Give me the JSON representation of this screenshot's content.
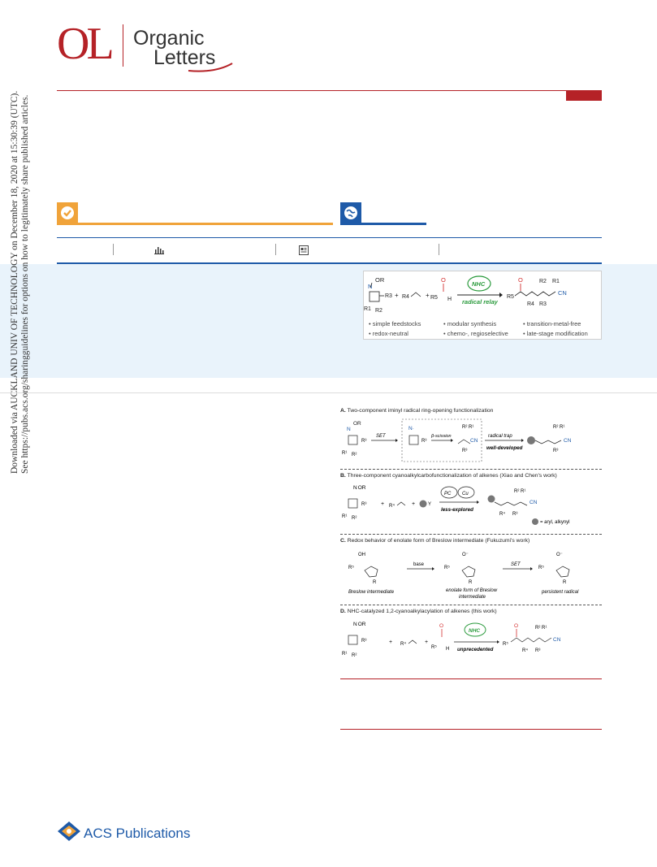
{
  "journal": {
    "logo_mark": "OL",
    "name_line1": "Organic",
    "name_line2": "Letters"
  },
  "side_note": {
    "line1": "Downloaded via AUCKLAND UNIV OF TECHNOLOGY on December 18, 2020 at 15:30:39 (UTC).",
    "line2": "See https://pubs.acs.org/sharingguidelines for options on how to legitimately share published articles."
  },
  "toc_graphic": {
    "reagents": [
      "OR",
      "N",
      "R3",
      "R1",
      "R2",
      "R4",
      "R5",
      "H",
      "O"
    ],
    "catalyst": "NHC",
    "arrow_label": "radical relay",
    "product_labels": [
      "R5",
      "O",
      "R4",
      "R3",
      "R2",
      "R1",
      "CN"
    ],
    "bullets": [
      "simple feedstocks",
      "modular synthesis",
      "transition-metal-free",
      "redox-neutral",
      "chemo-, regioselective",
      "late-stage modification"
    ]
  },
  "figure": {
    "panel_a": {
      "title_letter": "A.",
      "title": "Two-component iminyl radical ring-opening functionalization",
      "labels": {
        "set": "SET",
        "beta": "β-scission",
        "trap": "radical trap",
        "note": "well-developed"
      }
    },
    "panel_b": {
      "title_letter": "B.",
      "title": "Three-component cyanoalkylcarbofunctionalization of alkenes (Xiao and Chen's work)",
      "labels": {
        "pc": "PC",
        "cu": "Cu",
        "note": "less-explored",
        "key": "= aryl, alkynyl"
      }
    },
    "panel_c": {
      "title_letter": "C.",
      "title": "Redox behavior of enolate form of Breslow intermediate (Fukuzumi's work)",
      "labels": {
        "base": "base",
        "set": "SET",
        "cap1": "Breslow intermediate",
        "cap2a": "enolate form of Breslow",
        "cap2b": "intermediate",
        "cap3": "persistent radical"
      }
    },
    "panel_d": {
      "title_letter": "D.",
      "title": "NHC-catalyzed 1,2-cyanoalkylacylation of alkenes (this work)",
      "labels": {
        "nhc": "NHC",
        "note": "unprecedented"
      }
    }
  },
  "footer": {
    "publisher": "ACS Publications"
  },
  "colors": {
    "brand_red": "#b52227",
    "oa_orange": "#f0a33a",
    "acs_blue": "#1e5aa8",
    "nhc_green": "#2a9a3c",
    "abstract_bg": "#e9f3fb"
  }
}
